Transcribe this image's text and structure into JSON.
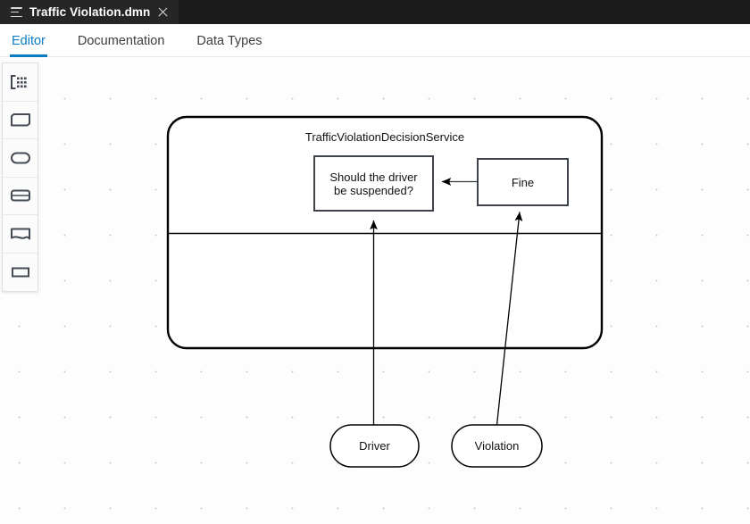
{
  "titlebar": {
    "menu_icon": "hamburger-icon",
    "filename": "Traffic Violation.dmn",
    "close_icon": "close-icon"
  },
  "tabs": [
    {
      "label": "Editor",
      "active": true
    },
    {
      "label": "Documentation",
      "active": false
    },
    {
      "label": "Data Types",
      "active": false
    }
  ],
  "palette": {
    "items": [
      {
        "icon": "lasso-tool-icon",
        "name": "lasso-tool"
      },
      {
        "icon": "business-knowledge-model-icon",
        "name": "business-knowledge-model"
      },
      {
        "icon": "input-data-icon",
        "name": "input-data"
      },
      {
        "icon": "decision-service-icon",
        "name": "decision-service"
      },
      {
        "icon": "knowledge-source-icon",
        "name": "knowledge-source"
      },
      {
        "icon": "text-annotation-icon",
        "name": "text-annotation"
      }
    ]
  },
  "diagram": {
    "decision_service": {
      "label": "TrafficViolationDecisionService"
    },
    "decisions": [
      {
        "id": "suspended",
        "label": "Should the driver\nbe suspended?"
      },
      {
        "id": "fine",
        "label": "Fine"
      }
    ],
    "input_data": [
      {
        "id": "driver",
        "label": "Driver"
      },
      {
        "id": "violation",
        "label": "Violation"
      }
    ]
  },
  "colors": {
    "accent": "#0a7cc4",
    "titlebar_bg": "#1b1b1b",
    "canvas_bg": "#fdfdfd",
    "stroke": "#000000",
    "grid_dot": "#c9c9c9"
  }
}
